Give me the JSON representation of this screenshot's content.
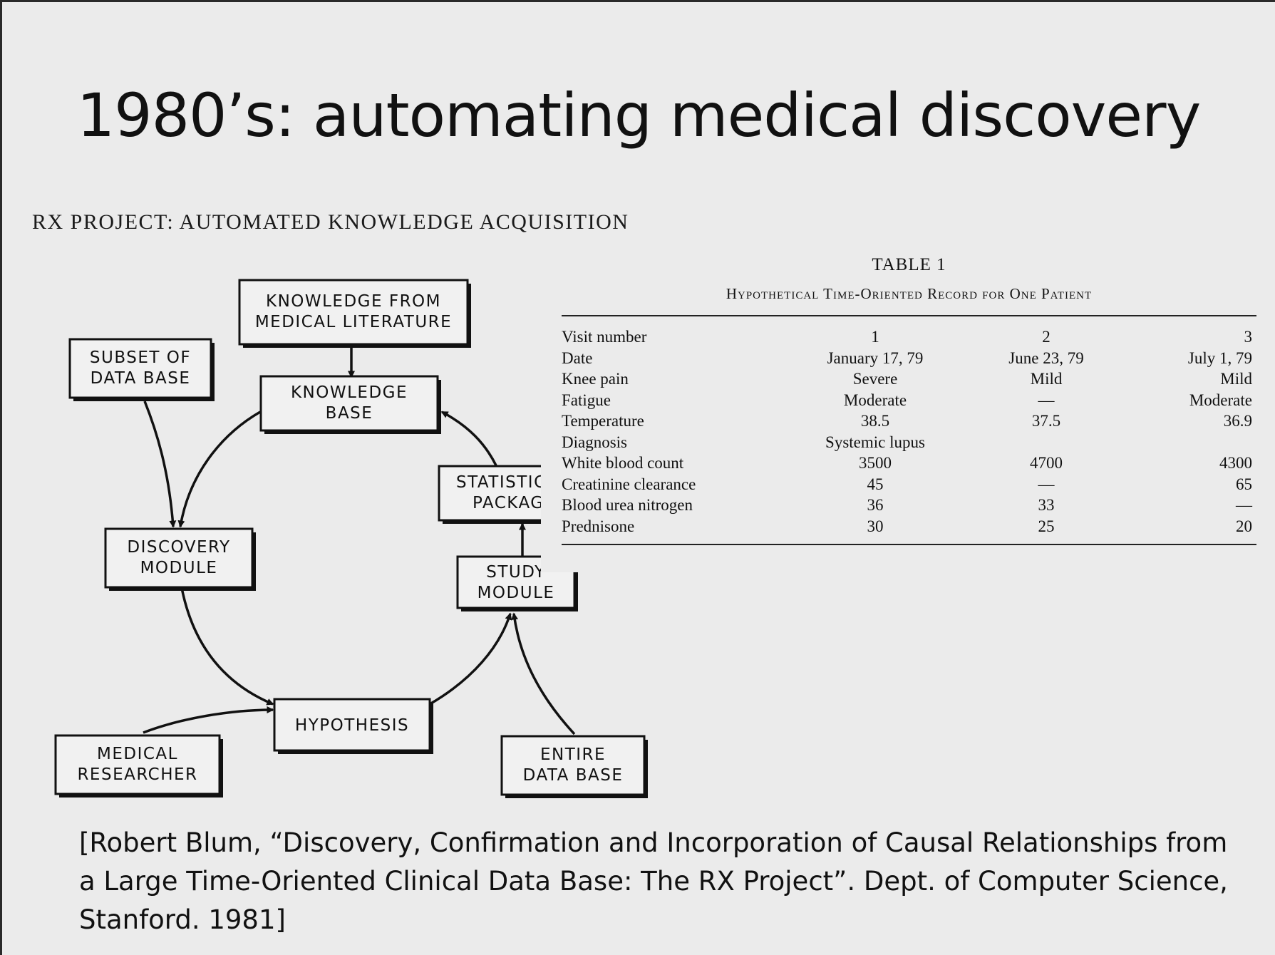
{
  "slide": {
    "title": "1980’s: automating medical discovery",
    "figure_heading": "RX PROJECT: AUTOMATED KNOWLEDGE ACQUISITION",
    "citation": "[Robert Blum, “Discovery, Confirmation and Incorporation of Causal Relationships from a Large Time-Oriented Clinical Data Base: The RX Project”. Dept. of Computer Science, Stanford. 1981]"
  },
  "diagram": {
    "nodes": {
      "knowledge_lit": [
        "KNOWLEDGE FROM",
        "MEDICAL LITERATURE"
      ],
      "subset_db": [
        "SUBSET OF",
        "DATA BASE"
      ],
      "knowledge_base": [
        "KNOWLEDGE",
        "BASE"
      ],
      "statistical_pkg": [
        "STATISTICAL",
        "PACKAGE"
      ],
      "discovery_module": [
        "DISCOVERY",
        "MODULE"
      ],
      "study_module": [
        "STUDY",
        "MODULE"
      ],
      "hypothesis": [
        "HYPOTHESIS"
      ],
      "medical_researcher": [
        "MEDICAL",
        "RESEARCHER"
      ],
      "entire_db": [
        "ENTIRE",
        "DATA BASE"
      ]
    },
    "edges": [
      {
        "from": "knowledge_lit",
        "to": "knowledge_base"
      },
      {
        "from": "subset_db",
        "to": "discovery_module"
      },
      {
        "from": "knowledge_base",
        "to": "discovery_module"
      },
      {
        "from": "discovery_module",
        "to": "hypothesis"
      },
      {
        "from": "medical_researcher",
        "to": "hypothesis"
      },
      {
        "from": "hypothesis",
        "to": "study_module"
      },
      {
        "from": "entire_db",
        "to": "study_module"
      },
      {
        "from": "study_module",
        "to": "statistical_pkg"
      },
      {
        "from": "statistical_pkg",
        "to": "knowledge_base"
      }
    ]
  },
  "table": {
    "number": "TABLE 1",
    "caption": "Hypothetical Time-Oriented Record for One Patient",
    "rows": [
      {
        "label": "Visit number",
        "values": [
          "1",
          "2",
          "3"
        ]
      },
      {
        "label": "Date",
        "values": [
          "January 17, 79",
          "June 23, 79",
          "July 1, 79"
        ]
      },
      {
        "label": "Knee pain",
        "values": [
          "Severe",
          "Mild",
          "Mild"
        ]
      },
      {
        "label": "Fatigue",
        "values": [
          "Moderate",
          "—",
          "Moderate"
        ]
      },
      {
        "label": "Temperature",
        "values": [
          "38.5",
          "37.5",
          "36.9"
        ]
      },
      {
        "label": "Diagnosis",
        "values": [
          "Systemic lupus",
          "",
          ""
        ]
      },
      {
        "label": "White blood count",
        "values": [
          "3500",
          "4700",
          "4300"
        ]
      },
      {
        "label": "Creatinine clearance",
        "values": [
          "45",
          "—",
          "65"
        ]
      },
      {
        "label": "Blood urea nitrogen",
        "values": [
          "36",
          "33",
          "—"
        ]
      },
      {
        "label": "Prednisone",
        "values": [
          "30",
          "25",
          "20"
        ]
      }
    ]
  }
}
